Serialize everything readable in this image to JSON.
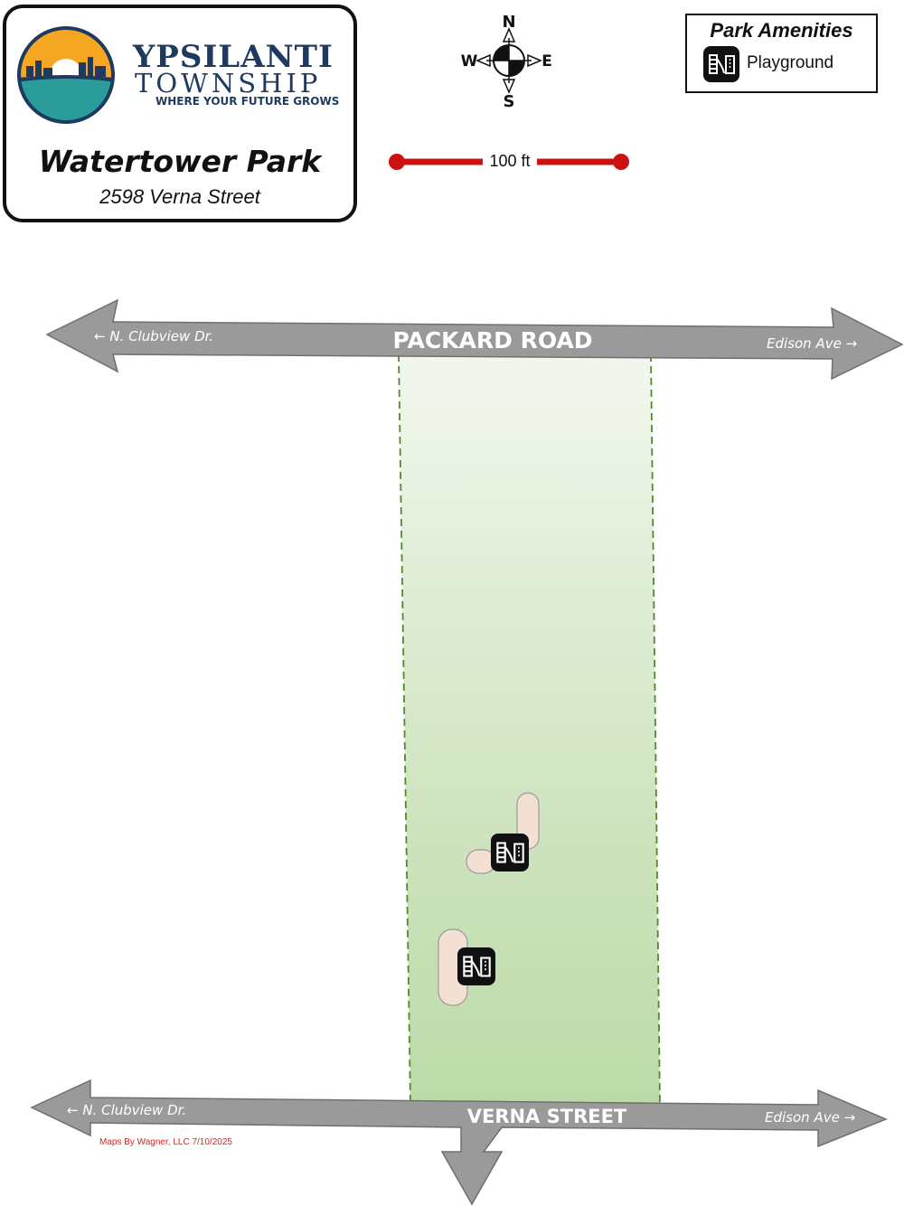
{
  "logo": {
    "line1": "YPSILANTI",
    "line2": "TOWNSHIP",
    "tagline": "WHERE YOUR FUTURE GROWS"
  },
  "park": {
    "name": "Watertower Park",
    "address": "2598 Verna Street"
  },
  "compass": {
    "n": "N",
    "s": "S",
    "e": "E",
    "w": "W"
  },
  "scale_bar": {
    "label": "100 ft"
  },
  "legend": {
    "title": "Park Amenities",
    "items": [
      {
        "icon": "playground-icon",
        "label": "Playground"
      }
    ]
  },
  "roads": {
    "top": {
      "name": "PACKARD ROAD",
      "west": "← N. Clubview Dr.",
      "east": "Edison Ave →"
    },
    "bottom": {
      "name": "VERNA STREET",
      "west": "← N. Clubview Dr.",
      "east": "Edison Ave →"
    }
  },
  "amenity_markers": [
    {
      "type": "playground-icon"
    },
    {
      "type": "playground-icon"
    }
  ],
  "credit": "Maps By Wagner, LLC  7/10/2025",
  "colors": {
    "road": "#9a9a9a",
    "park_fill_top": "#f2f7ee",
    "park_fill_bottom": "#bcdaa8",
    "park_border": "#4f8a2e",
    "play_area": "#f3e0d2",
    "scale_bar": "#cc1111",
    "logo_navy": "#1e3a5f",
    "logo_sun": "#f5a623",
    "logo_water": "#2a9d9a"
  }
}
